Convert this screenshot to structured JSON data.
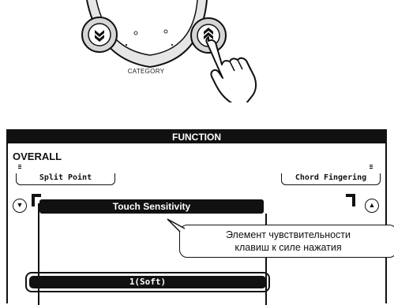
{
  "panel_labels": {
    "category": "CATEGORY",
    "function_title": "FUNCTION",
    "section": "OVERALL"
  },
  "menu": {
    "left_item": "Split Point",
    "right_item": "Chord Fingering",
    "selected_item": "Touch Sensitivity",
    "value": "1(Soft)"
  },
  "callout": {
    "line1": "Элемент чувствительности",
    "line2": "клавиш к силе нажатия"
  },
  "icons": {
    "down": "double-chevron-down",
    "up": "double-chevron-up",
    "hand": "pointing-hand"
  }
}
